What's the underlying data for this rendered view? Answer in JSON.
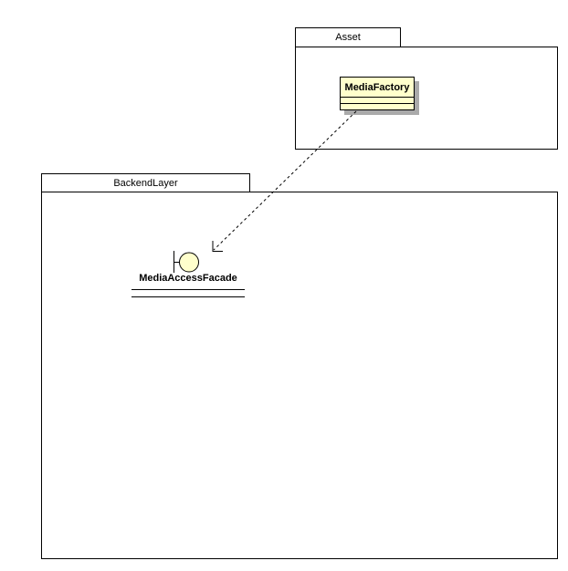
{
  "packages": [
    {
      "label": "Asset"
    },
    {
      "label": "BackendLayer"
    }
  ],
  "elements": {
    "media_factory": {
      "label": "MediaFactory",
      "kind": "class",
      "package": "Asset",
      "attributes_compartment": "",
      "operations_compartment": ""
    },
    "media_access_facade": {
      "label": "MediaAccessFacade",
      "kind": "interface",
      "package": "BackendLayer"
    }
  },
  "relationships": [
    {
      "from": "MediaFactory",
      "to": "MediaAccessFacade",
      "kind": "dependency",
      "line_style": "dashed",
      "arrowhead": "open"
    }
  ],
  "colors": {
    "element_fill": "#FFFFCC",
    "border": "#000000",
    "shadow": "#AAAAAA",
    "background": "#FFFFFF"
  }
}
